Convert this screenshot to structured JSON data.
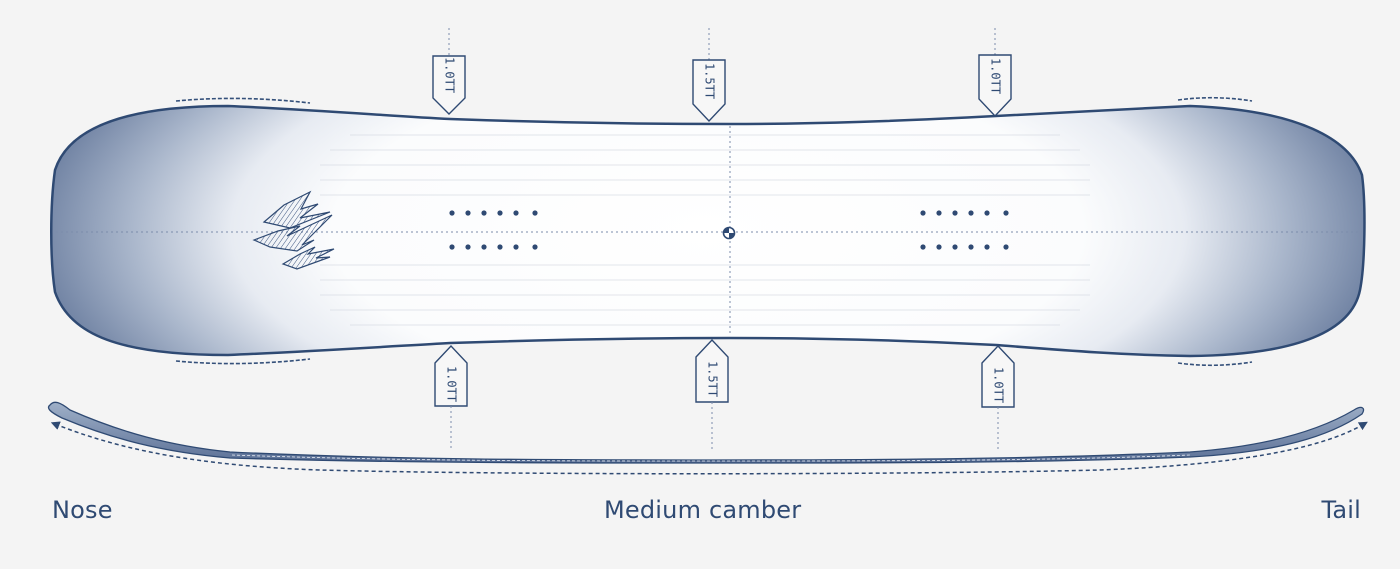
{
  "colors": {
    "ink": "#2f4a73",
    "board_edge": "#334e78",
    "board_fill_center": "#ffffff",
    "board_fill_edge": "#5d7198",
    "background": "#f4f4f4"
  },
  "labels": {
    "nose": "Nose",
    "profile": "Medium camber",
    "tail": "Tail"
  },
  "flex_markers": {
    "top": [
      "1.0TT",
      "1.5TT",
      "1.0TT"
    ],
    "bottom": [
      "1.0TT",
      "1.5TT",
      "1.0TT"
    ]
  },
  "icons": {
    "logo": "jones-mountain-logo-icon",
    "center_mark": "center-target-icon"
  }
}
